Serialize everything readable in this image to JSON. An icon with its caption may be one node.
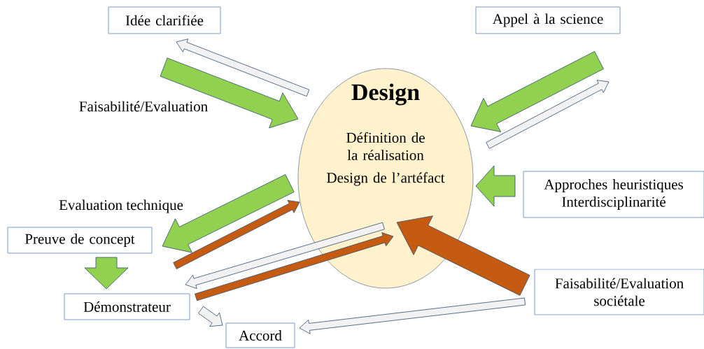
{
  "diagram": {
    "nodes": [
      {
        "text": [
          "Idée clarifiée"
        ]
      },
      {
        "text": [
          "Appel à la science"
        ]
      },
      {
        "text": [
          "Design",
          "Définition de la réalisation",
          "Design de l’artéfact"
        ]
      },
      {
        "text": [
          "Approches heuristiques Interdisciplinarité"
        ]
      },
      {
        "text": [
          "Preuve de concept"
        ]
      },
      {
        "text": [
          "Démonstrateur"
        ]
      },
      {
        "text": [
          "Accord"
        ]
      },
      {
        "text": [
          "Faisabilité/Evaluation sociétale"
        ]
      }
    ],
    "edges": [
      {
        "from": 2,
        "to": 0,
        "arrow": "to",
        "color": "#f2f2f2"
      },
      {
        "from": 0,
        "to": 2,
        "arrow": "to",
        "color": "#92d050",
        "label": "Faisabilité/Evaluation"
      },
      {
        "from": 1,
        "to": 2,
        "arrow": "to",
        "color": "#92d050"
      },
      {
        "from": 2,
        "to": 1,
        "arrow": "to",
        "color": "#f2f2f2"
      },
      {
        "from": 3,
        "to": 2,
        "arrow": "to",
        "color": "#92d050"
      },
      {
        "from": 2,
        "to": 4,
        "arrow": "to",
        "color": "#92d050",
        "label": "Evaluation technique"
      },
      {
        "from": 4,
        "to": 2,
        "arrow": "to",
        "color": "#c55a11"
      },
      {
        "from": 2,
        "to": 5,
        "arrow": "to",
        "color": "#f2f2f2"
      },
      {
        "from": 5,
        "to": 2,
        "arrow": "to",
        "color": "#c55a11"
      },
      {
        "from": 7,
        "to": 2,
        "arrow": "to",
        "color": "#c55a11"
      },
      {
        "from": 4,
        "to": 5,
        "arrow": "to",
        "color": "#92d050"
      },
      {
        "from": 5,
        "to": 6,
        "arrow": "to",
        "color": "#f2f2f2"
      },
      {
        "from": 7,
        "to": 6,
        "arrow": "to",
        "color": "#f2f2f2"
      }
    ]
  }
}
